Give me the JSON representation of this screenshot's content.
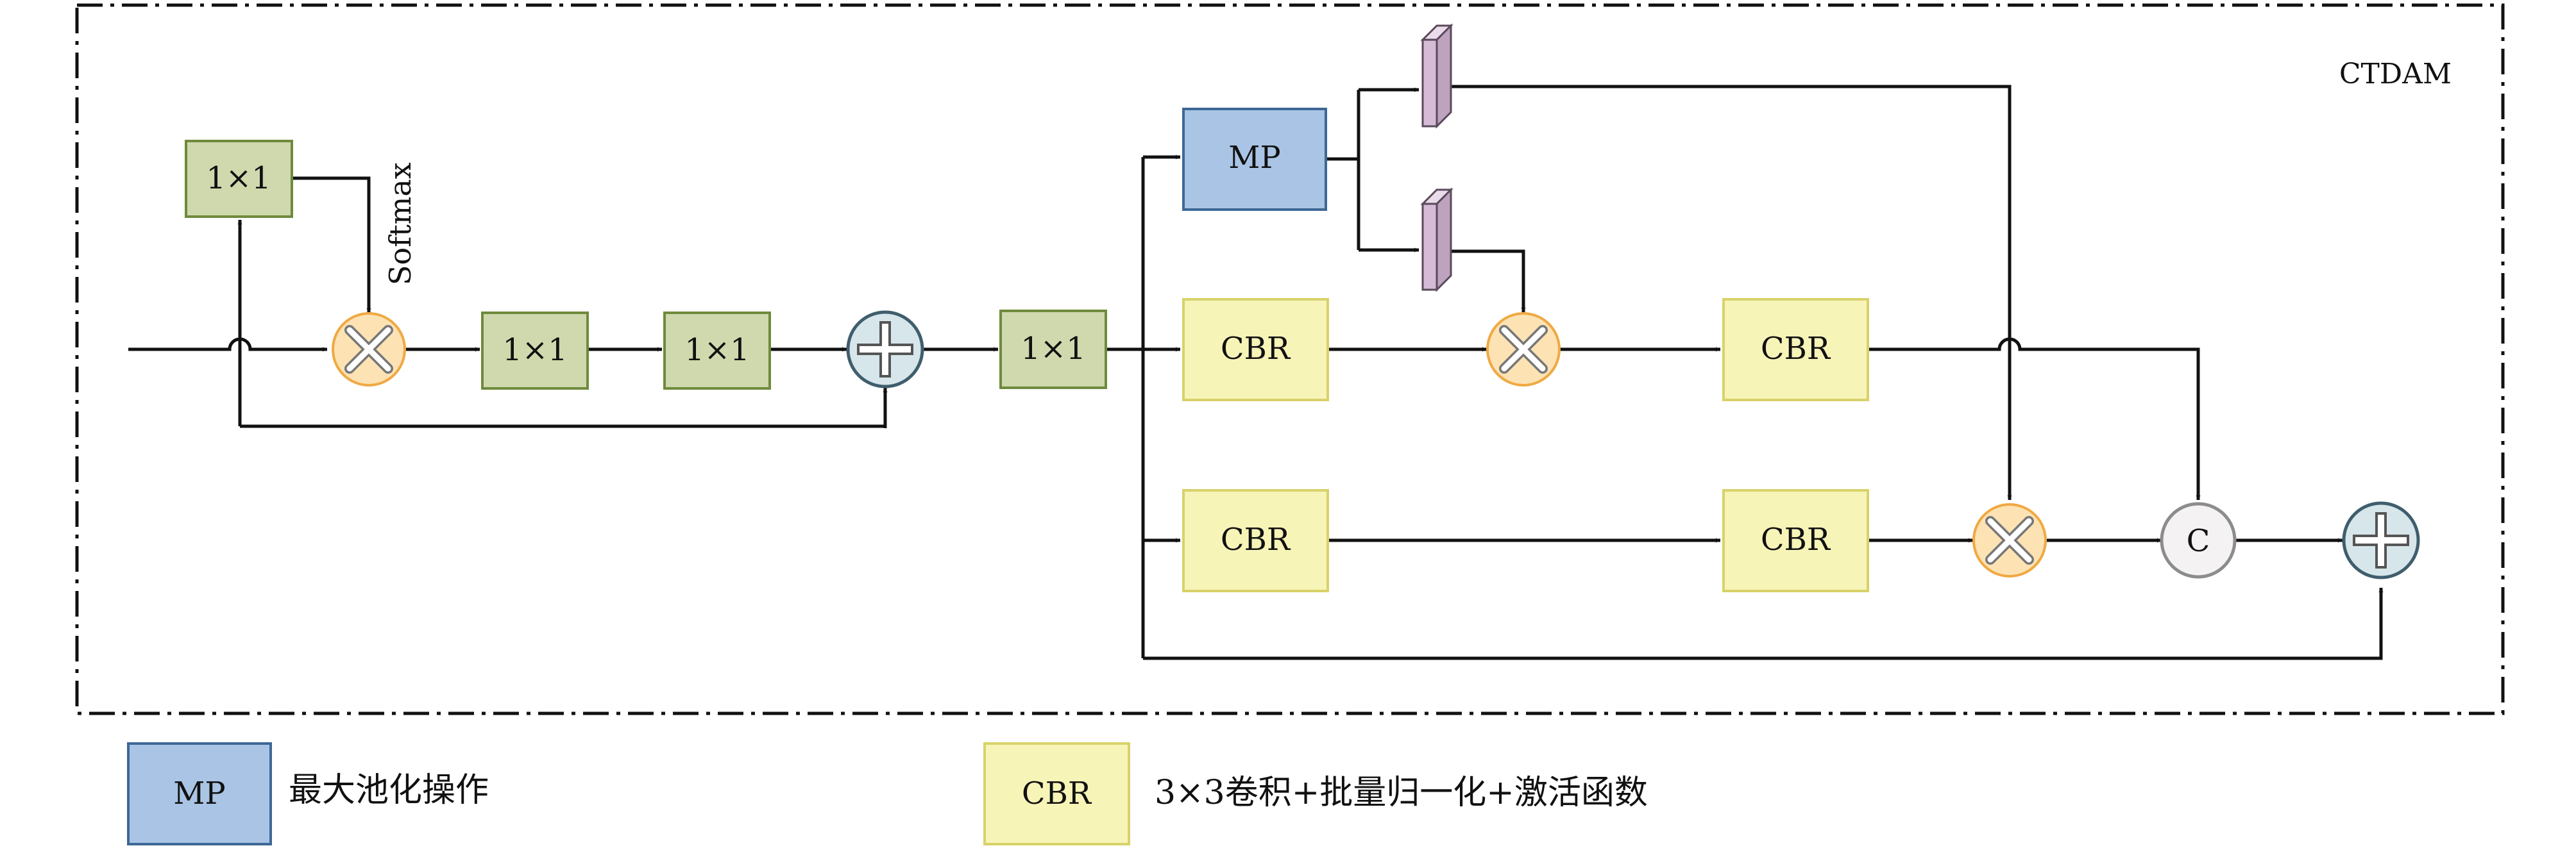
{
  "module": {
    "label": "CTDAM"
  },
  "colors": {
    "conv": "#cfd9ad",
    "conv_stroke": "#6f8a3c",
    "mp": "#a9c4e4",
    "mp_stroke": "#3d6896",
    "cbr": "#f7f4b8",
    "cbr_stroke": "#d8d26a",
    "mul": "#fde2b4",
    "mul_stroke": "#efa943",
    "add": "#d7e6ea",
    "add_stroke": "#3f5e6d",
    "concat": "#f4f2f2",
    "concat_stroke": "#8c8c8c",
    "feature": "#d6bbd6",
    "feature_stroke": "#5a4a5a"
  },
  "nodes": {
    "conv_top": {
      "label": "1×1"
    },
    "conv_a": {
      "label": "1×1"
    },
    "conv_b": {
      "label": "1×1"
    },
    "conv_c": {
      "label": "1×1"
    },
    "mp": {
      "label": "MP"
    },
    "cbr_1": {
      "label": "CBR"
    },
    "cbr_2": {
      "label": "CBR"
    },
    "cbr_3": {
      "label": "CBR"
    },
    "cbr_4": {
      "label": "CBR"
    },
    "concat": {
      "label": "C"
    },
    "softmax": {
      "label": "Softmax"
    }
  },
  "legend": {
    "mp": {
      "label": "MP",
      "description": "最大池化操作"
    },
    "cbr": {
      "label": "CBR",
      "description": "3×3卷积+批量归一化+激活函数"
    }
  }
}
